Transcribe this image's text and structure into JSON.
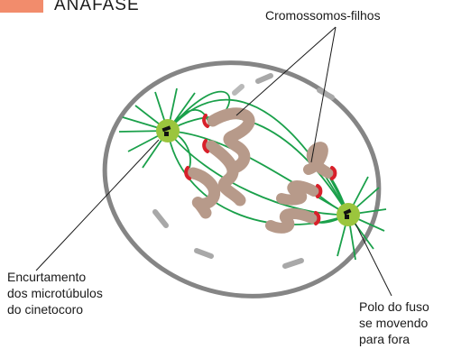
{
  "header": {
    "title": "ANÁFASE"
  },
  "labels": {
    "chromosomes": "Cromossomos-filhos",
    "shortening": [
      "Encurtamento",
      "dos microtúbulos",
      "do cinetocoro"
    ],
    "pole": [
      "Polo do fuso",
      "se movendo",
      "para fora"
    ]
  },
  "colors": {
    "tag": "#f28c6c",
    "membrane": "#858585",
    "microtubule": "#1aa04a",
    "centrosome": "#9bc53d",
    "chromosome": "#b79a8a",
    "kinetochore": "#d8202a",
    "vesicle": "#a8a8a8"
  }
}
